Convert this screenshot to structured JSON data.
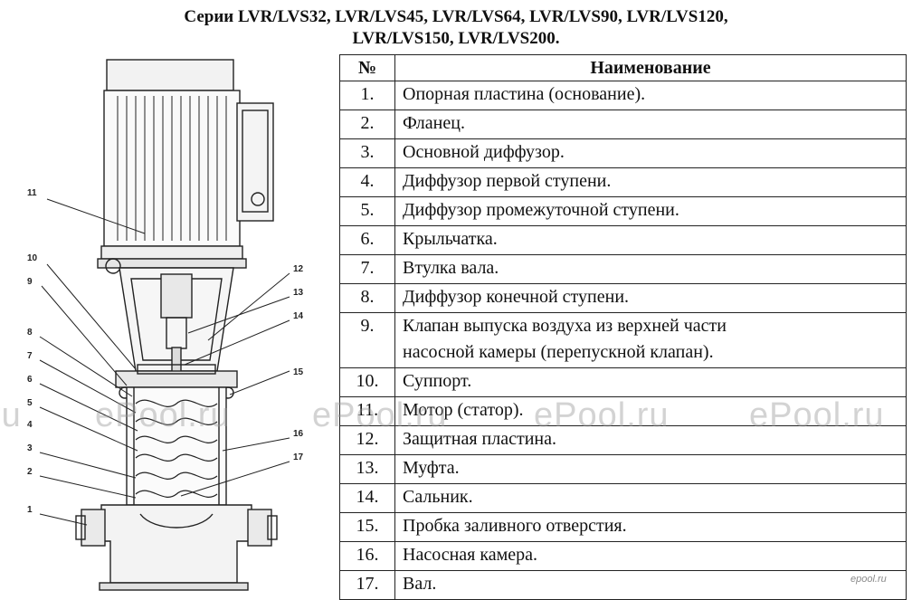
{
  "title": {
    "line1": "Серии LVR/LVS32, LVR/LVS45, LVR/LVS64, LVR/LVS90, LVR/LVS120,",
    "line2": "LVR/LVS150, LVR/LVS200."
  },
  "diagram": {
    "callouts": [
      "1",
      "2",
      "3",
      "4",
      "5",
      "6",
      "7",
      "8",
      "9",
      "10",
      "11",
      "12",
      "13",
      "14",
      "15",
      "16",
      "17"
    ]
  },
  "table": {
    "headers": {
      "num": "№",
      "name": "Наименование"
    },
    "rows": [
      {
        "num": "1.",
        "name": "Опорная пластина (основание)."
      },
      {
        "num": "2.",
        "name": "Фланец."
      },
      {
        "num": "3.",
        "name": "Основной диффузор."
      },
      {
        "num": "4.",
        "name": "Диффузор первой ступени."
      },
      {
        "num": "5.",
        "name": "Диффузор промежуточной ступени."
      },
      {
        "num": "6.",
        "name": "Крыльчатка."
      },
      {
        "num": "7.",
        "name": "Втулка вала."
      },
      {
        "num": "8.",
        "name": "Диффузор конечной ступени."
      },
      {
        "num": "9.",
        "name": "Клапан выпуска воздуха из верхней части",
        "name2": "насосной камеры (перепускной клапан)."
      },
      {
        "num": "10.",
        "name": "Суппорт."
      },
      {
        "num": "11.",
        "name": "Мотор (статор)."
      },
      {
        "num": "12.",
        "name": "Защитная пластина."
      },
      {
        "num": "13.",
        "name": "Муфта."
      },
      {
        "num": "14.",
        "name": "Сальник."
      },
      {
        "num": "15.",
        "name": "Пробка заливного отверстия."
      },
      {
        "num": "16.",
        "name": "Насосная камера."
      },
      {
        "num": "17.",
        "name": "Вал."
      }
    ]
  },
  "watermark": {
    "text": "ePool.ru",
    "partial_left": "ru"
  },
  "logo": {
    "text": "epool.ru"
  }
}
